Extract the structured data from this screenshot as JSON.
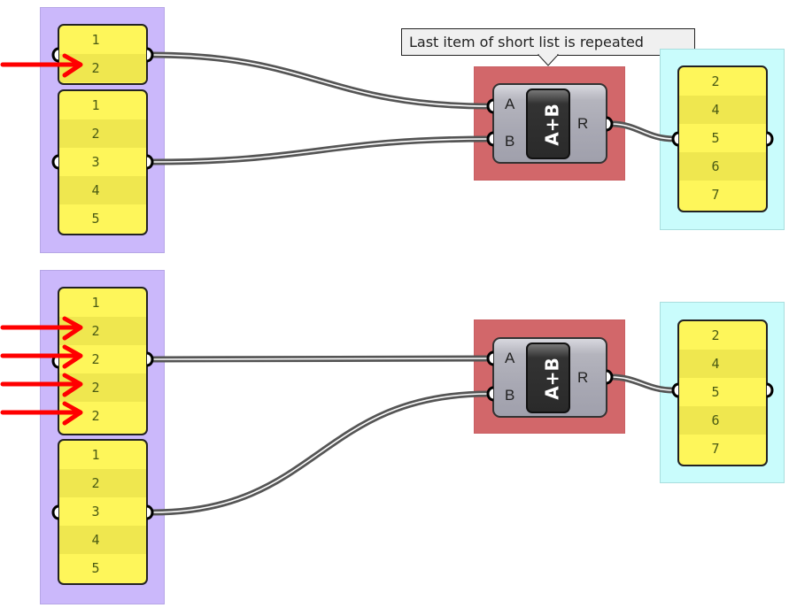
{
  "tooltip": {
    "text": "Last item of short list is repeated"
  },
  "top": {
    "input_panel_a": {
      "items": [
        "1",
        "2"
      ]
    },
    "input_panel_b": {
      "items": [
        "1",
        "2",
        "3",
        "4",
        "5"
      ]
    },
    "component": {
      "core_label": "A+B",
      "inputs": [
        "A",
        "B"
      ],
      "output": "R"
    },
    "output_panel": {
      "items": [
        "2",
        "4",
        "5",
        "6",
        "7"
      ]
    },
    "highlight_arrows": 1
  },
  "bottom": {
    "input_panel_a": {
      "items": [
        "1",
        "2",
        "2",
        "2",
        "2"
      ]
    },
    "input_panel_b": {
      "items": [
        "1",
        "2",
        "3",
        "4",
        "5"
      ]
    },
    "component": {
      "core_label": "A+B",
      "inputs": [
        "A",
        "B"
      ],
      "output": "R"
    },
    "output_panel": {
      "items": [
        "2",
        "4",
        "5",
        "6",
        "7"
      ]
    },
    "highlight_arrows": 4
  },
  "colors": {
    "input_group": "#cbb8fb",
    "component_group": "#d2676a",
    "output_group": "#c9fcfc",
    "panel": "#fef65a",
    "arrow": "#ff0000"
  }
}
